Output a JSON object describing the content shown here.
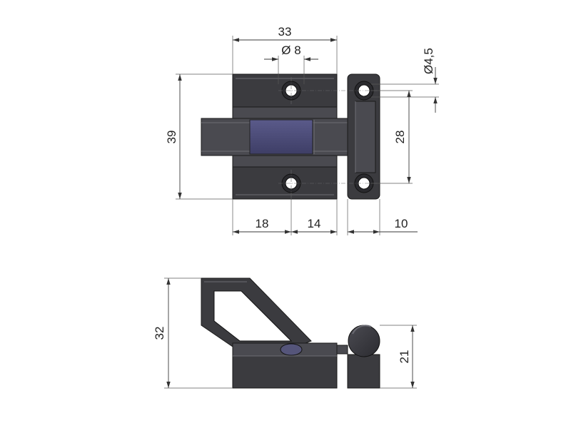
{
  "dimensions": {
    "width_33": "33",
    "hole_diameter_8": "Ø 8",
    "hole_diameter_small": "Ø4,5",
    "height_39": "39",
    "spacing_28": "28",
    "left_18": "18",
    "mid_14": "14",
    "right_10": "10",
    "side_height_32": "32",
    "side_height_21": "21"
  },
  "colors": {
    "part_body": "#3b3b3f",
    "bolt_window": "#4a4a78",
    "line": "#333333"
  }
}
